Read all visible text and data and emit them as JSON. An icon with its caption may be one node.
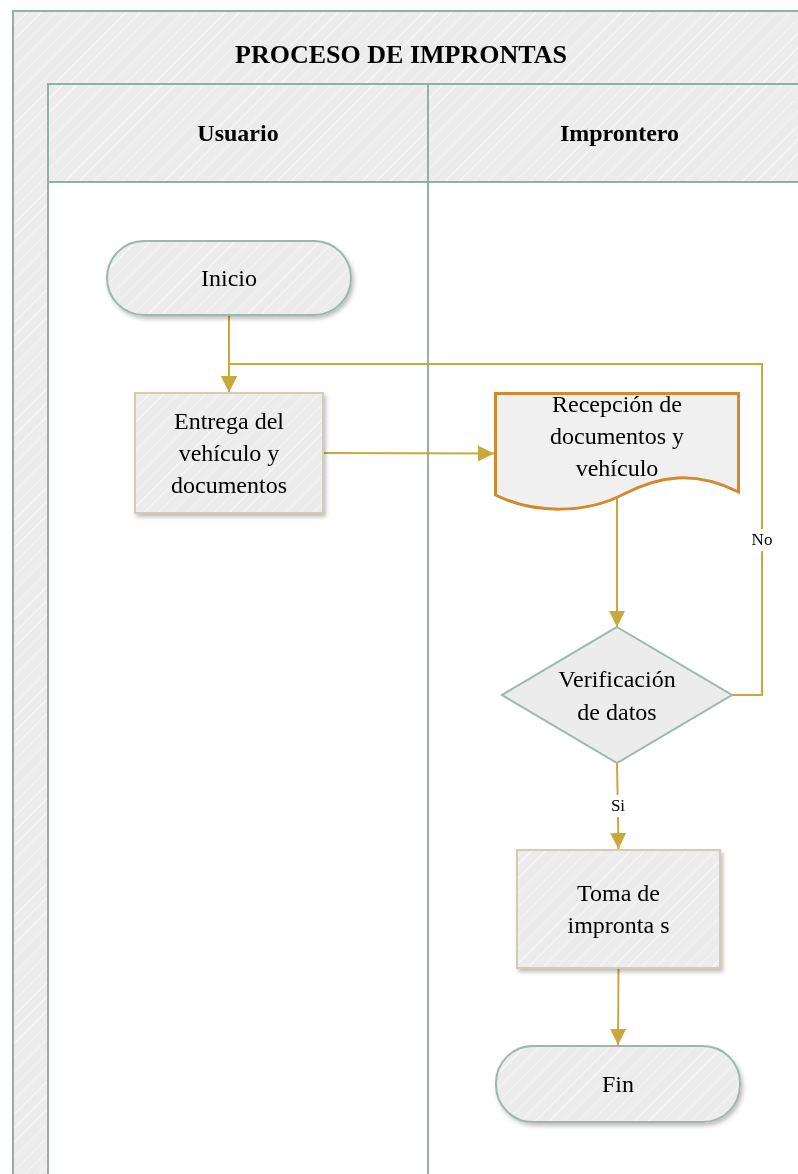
{
  "diagram": {
    "nodes": [
      {
        "text": [
          "PROCESO DE IMPRONTAS"
        ]
      },
      {
        "text": [
          "Usuario"
        ],
        "in": 0
      },
      {
        "text": [
          "Improntero"
        ],
        "in": 0
      },
      {
        "text": [
          "Inicio"
        ],
        "in": 1
      },
      {
        "text": [
          "Entrega del vehículo y documentos"
        ],
        "in": 1
      },
      {
        "text": [
          "Recepción de documentos y vehículo"
        ],
        "in": 2
      },
      {
        "text": [
          "Verificación de datos"
        ],
        "in": 2
      },
      {
        "text": [
          "Toma de impronta s"
        ],
        "in": 2
      },
      {
        "text": [
          "Fin"
        ],
        "in": 2
      }
    ],
    "edges": [
      {
        "from": 3,
        "to": 4,
        "arrow": "to"
      },
      {
        "from": 4,
        "to": 5,
        "arrow": "to"
      },
      {
        "from": 5,
        "to": 6,
        "arrow": "to"
      },
      {
        "from": 6,
        "to": 4,
        "arrow": "to",
        "label": "No"
      },
      {
        "from": 6,
        "to": 7,
        "arrow": "to",
        "label": "Si"
      },
      {
        "from": 7,
        "to": 8,
        "arrow": "to"
      }
    ]
  }
}
